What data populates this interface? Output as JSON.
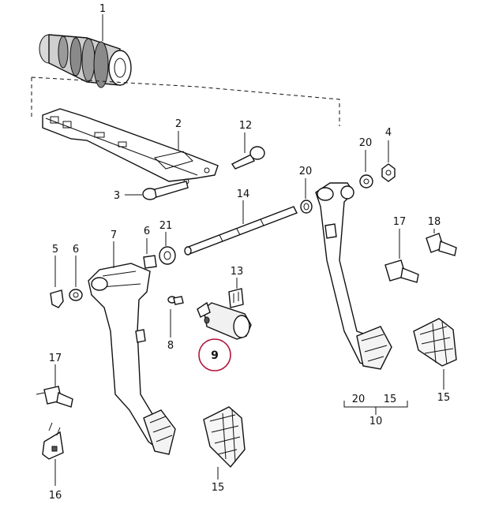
{
  "diagram": {
    "highlight_color": "#b0143a",
    "callouts": {
      "p1": "1",
      "p2": "2",
      "p3": "3",
      "p4": "4",
      "p5": "5",
      "p6a": "6",
      "p6b": "6",
      "p7": "7",
      "p8": "8",
      "p9": "9",
      "p10": "10",
      "p10_sub_a": "20",
      "p10_sub_b": "15",
      "p12": "12",
      "p13": "13",
      "p14": "14",
      "p15a": "15",
      "p15b": "15",
      "p16": "16",
      "p17a": "17",
      "p17b": "17",
      "p18": "18",
      "p20a": "20",
      "p20b": "20",
      "p21": "21"
    }
  }
}
